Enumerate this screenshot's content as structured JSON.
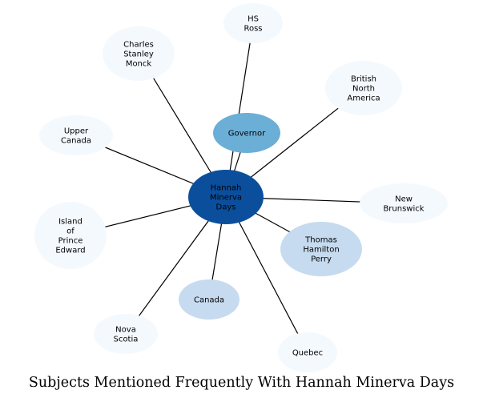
{
  "title": "Subjects Mentioned Frequently With Hannah Minerva Days",
  "colors": {
    "center": "#0b4f9c",
    "strong": "#6baed6",
    "medium": "#c6dbef",
    "light": "#f4f9fe",
    "edge": "#000000"
  },
  "center": {
    "label": "Hannah Minerva Days",
    "lines": [
      "Hannah",
      "Minerva",
      "Days"
    ]
  },
  "nodes": [
    {
      "id": "hs-ross",
      "lines": [
        "HS",
        "Ross"
      ],
      "weight": "light"
    },
    {
      "id": "charles-stanley-monck",
      "lines": [
        "Charles",
        "Stanley",
        "Monck"
      ],
      "weight": "light"
    },
    {
      "id": "british-north-america",
      "lines": [
        "British",
        "North",
        "America"
      ],
      "weight": "light"
    },
    {
      "id": "governor",
      "lines": [
        "Governor"
      ],
      "weight": "strong"
    },
    {
      "id": "upper-canada",
      "lines": [
        "Upper",
        "Canada"
      ],
      "weight": "light"
    },
    {
      "id": "new-brunswick",
      "lines": [
        "New",
        "Brunswick"
      ],
      "weight": "light"
    },
    {
      "id": "island-of-prince-edward",
      "lines": [
        "Island",
        "of",
        "Prince",
        "Edward"
      ],
      "weight": "light"
    },
    {
      "id": "thomas-hamilton-perry",
      "lines": [
        "Thomas",
        "Hamilton",
        "Perry"
      ],
      "weight": "medium"
    },
    {
      "id": "canada",
      "lines": [
        "Canada"
      ],
      "weight": "medium"
    },
    {
      "id": "nova-scotia",
      "lines": [
        "Nova",
        "Scotia"
      ],
      "weight": "light"
    },
    {
      "id": "quebec",
      "lines": [
        "Quebec"
      ],
      "weight": "light"
    }
  ]
}
